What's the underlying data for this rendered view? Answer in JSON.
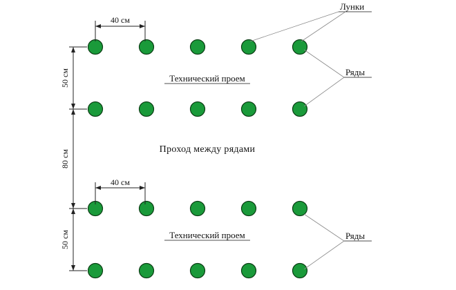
{
  "labels": {
    "holes": "Лунки",
    "rows": "Ряды",
    "technical_gap": "Технический проем",
    "passage": "Проход между рядами",
    "spacing_40": "40 см",
    "spacing_50": "50 см",
    "spacing_80": "80 см"
  },
  "layout": {
    "groups": 2,
    "rows_per_group": 2,
    "holes_per_row": 5
  },
  "colors": {
    "hole_fill": "#1a9a3a",
    "hole_stroke": "#0b3d14",
    "line": "#222222",
    "leader": "#888888"
  }
}
